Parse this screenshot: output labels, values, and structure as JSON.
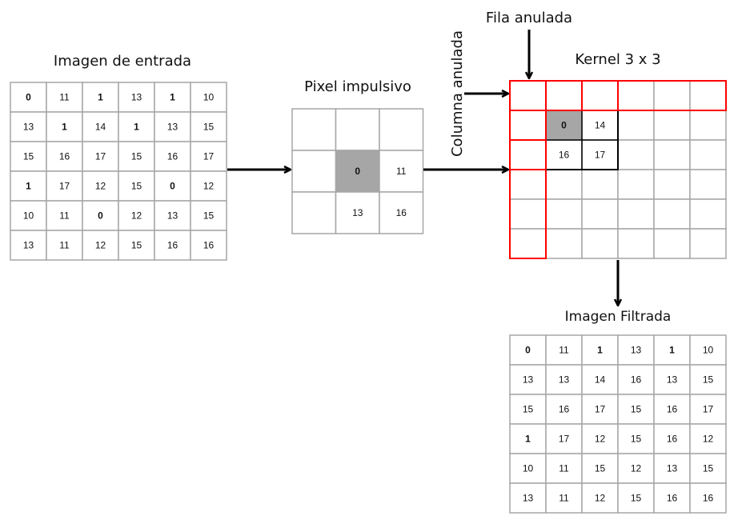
{
  "input": {
    "title": "Imagen de entrada",
    "rows": [
      [
        {
          "v": "0",
          "b": true
        },
        {
          "v": "11"
        },
        {
          "v": "1",
          "b": true
        },
        {
          "v": "13"
        },
        {
          "v": "1",
          "b": true
        },
        {
          "v": "10"
        }
      ],
      [
        {
          "v": "13"
        },
        {
          "v": "1",
          "b": true
        },
        {
          "v": "14"
        },
        {
          "v": "1",
          "b": true
        },
        {
          "v": "13"
        },
        {
          "v": "15"
        }
      ],
      [
        {
          "v": "15"
        },
        {
          "v": "16"
        },
        {
          "v": "17"
        },
        {
          "v": "15"
        },
        {
          "v": "16"
        },
        {
          "v": "17"
        }
      ],
      [
        {
          "v": "1",
          "b": true
        },
        {
          "v": "17"
        },
        {
          "v": "12"
        },
        {
          "v": "15"
        },
        {
          "v": "0",
          "b": true
        },
        {
          "v": "12"
        }
      ],
      [
        {
          "v": "10"
        },
        {
          "v": "11"
        },
        {
          "v": "0",
          "b": true
        },
        {
          "v": "12"
        },
        {
          "v": "13"
        },
        {
          "v": "15"
        }
      ],
      [
        {
          "v": "13"
        },
        {
          "v": "11"
        },
        {
          "v": "12"
        },
        {
          "v": "15"
        },
        {
          "v": "16"
        },
        {
          "v": "16"
        }
      ]
    ]
  },
  "impulse": {
    "title": "Pixel impulsivo",
    "rows": [
      [
        {
          "v": ""
        },
        {
          "v": ""
        },
        {
          "v": ""
        }
      ],
      [
        {
          "v": ""
        },
        {
          "v": "0",
          "b": true,
          "shade": true
        },
        {
          "v": "11"
        }
      ],
      [
        {
          "v": ""
        },
        {
          "v": "13"
        },
        {
          "v": "16"
        }
      ]
    ]
  },
  "kernel": {
    "title": "Kernel 3 x 3",
    "row_label": "Fila anulada",
    "col_label": "Columna anulada",
    "values": [
      [
        {
          "v": "0",
          "b": true,
          "shade": true
        },
        {
          "v": "14"
        }
      ],
      [
        {
          "v": "16"
        },
        {
          "v": "17"
        }
      ]
    ]
  },
  "output": {
    "title": "Imagen Filtrada",
    "rows": [
      [
        {
          "v": "0",
          "b": true
        },
        {
          "v": "11"
        },
        {
          "v": "1",
          "b": true
        },
        {
          "v": "13"
        },
        {
          "v": "1",
          "b": true
        },
        {
          "v": "10"
        }
      ],
      [
        {
          "v": "13"
        },
        {
          "v": "13"
        },
        {
          "v": "14"
        },
        {
          "v": "16"
        },
        {
          "v": "13"
        },
        {
          "v": "15"
        }
      ],
      [
        {
          "v": "15"
        },
        {
          "v": "16"
        },
        {
          "v": "17"
        },
        {
          "v": "15"
        },
        {
          "v": "16"
        },
        {
          "v": "17"
        }
      ],
      [
        {
          "v": "1",
          "b": true
        },
        {
          "v": "17"
        },
        {
          "v": "12"
        },
        {
          "v": "15"
        },
        {
          "v": "16"
        },
        {
          "v": "12"
        }
      ],
      [
        {
          "v": "10"
        },
        {
          "v": "11"
        },
        {
          "v": "15"
        },
        {
          "v": "12"
        },
        {
          "v": "13"
        },
        {
          "v": "15"
        }
      ],
      [
        {
          "v": "13"
        },
        {
          "v": "11"
        },
        {
          "v": "12"
        },
        {
          "v": "15"
        },
        {
          "v": "16"
        },
        {
          "v": "16"
        }
      ]
    ]
  },
  "colors": {
    "grid": "#a6a6a6",
    "highlight": "#ff0000",
    "shade": "#a6a6a6",
    "arrow": "#000000"
  }
}
